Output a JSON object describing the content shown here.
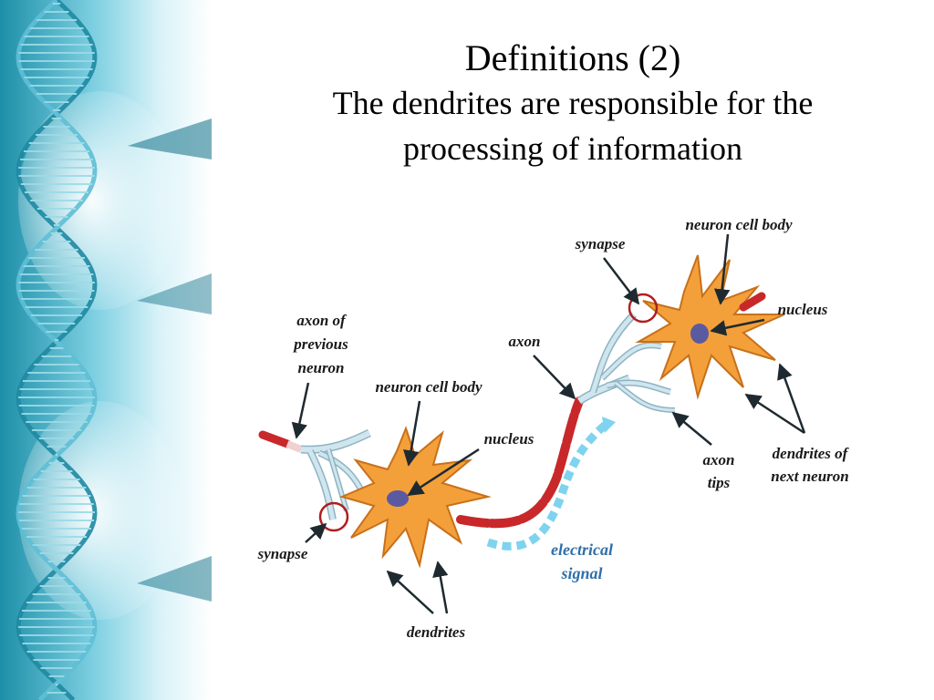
{
  "slide": {
    "title": "Definitions (2)",
    "subtitle_line1": "The dendrites are responsible for the",
    "subtitle_line2": "processing of information"
  },
  "diagram": {
    "labels": {
      "axon_previous_1": "axon of",
      "axon_previous_2": "previous",
      "axon_previous_3": "neuron",
      "cell_body_left": "neuron cell body",
      "nucleus_left": "nucleus",
      "synapse_left": "synapse",
      "dendrites_left": "dendrites",
      "axon": "axon",
      "synapse_right": "synapse",
      "cell_body_right": "neuron cell body",
      "nucleus_right": "nucleus",
      "axon_tips_1": "axon",
      "axon_tips_2": "tips",
      "dendrites_next_1": "dendrites of",
      "dendrites_next_2": "next neuron",
      "electrical_1": "electrical",
      "electrical_2": "signal"
    },
    "colors": {
      "cell_body": "#f4a03a",
      "cell_outline": "#c8701a",
      "nucleus": "#5a5aa0",
      "axon": "#c8282a",
      "axon_light": "#f0d0d0",
      "dendrite_blue": "#cfe6ef",
      "dendrite_outline": "#8fb3c2",
      "signal": "#7fd3ee",
      "synapse_circle": "#b01e1e",
      "arrow": "#1e2a30"
    }
  }
}
